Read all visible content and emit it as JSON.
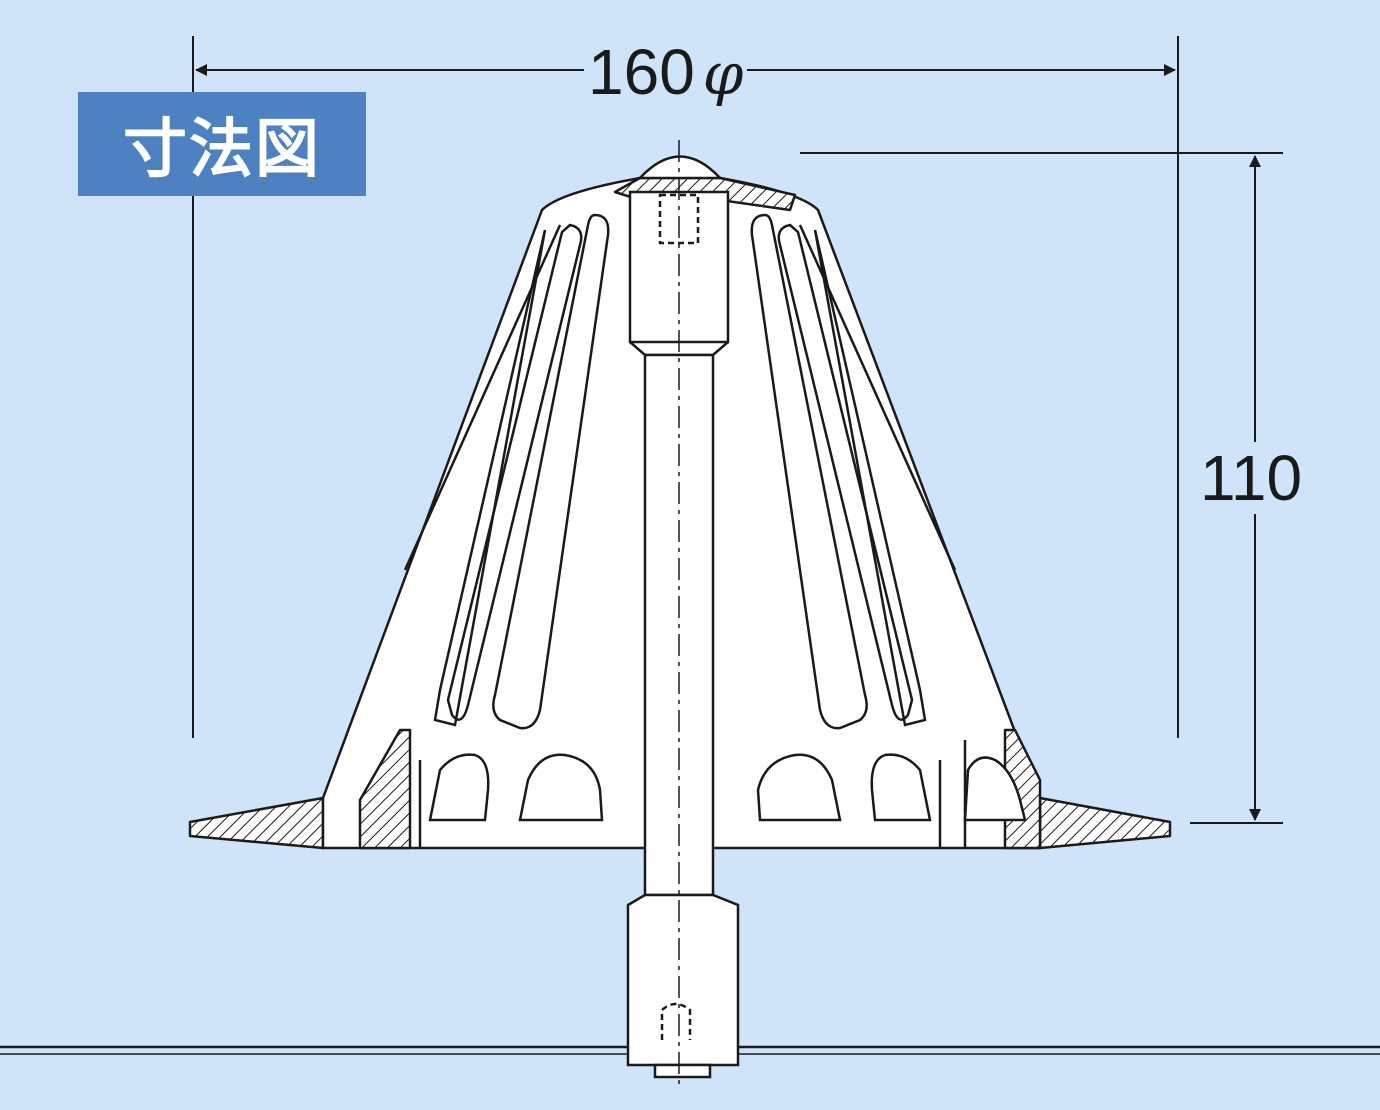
{
  "title": "寸法図",
  "dimensions": {
    "width_value": "160",
    "width_symbol": "φ",
    "height_value": "110"
  },
  "colors": {
    "background": "#cfe4f8",
    "badge": "#4d81c1",
    "drawing_line": "#1a1a1a",
    "part_fill": "#ffffff"
  }
}
